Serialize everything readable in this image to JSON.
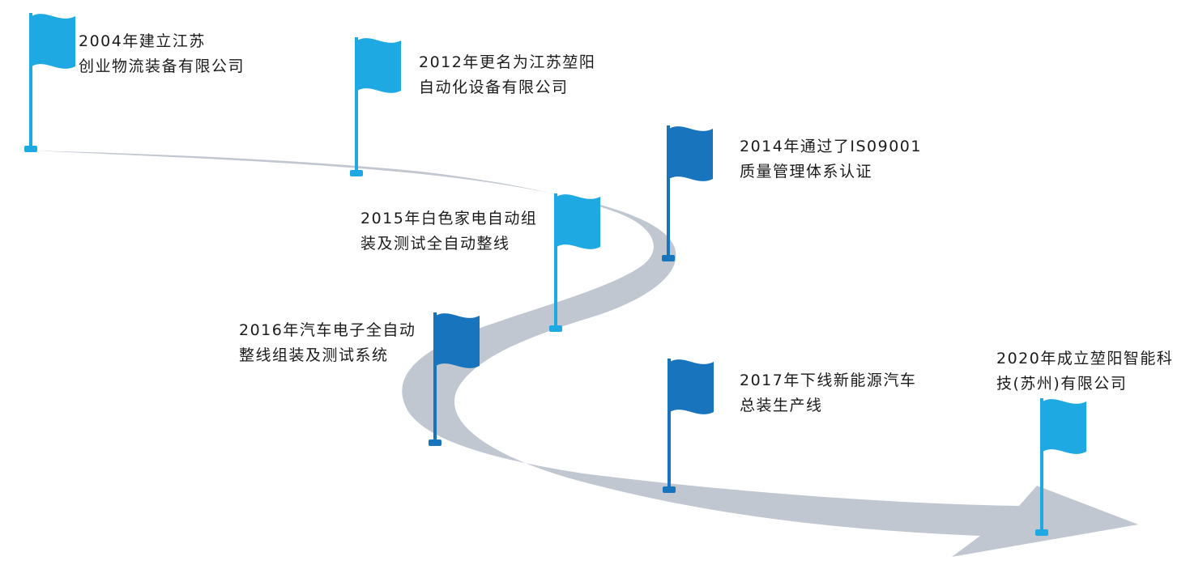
{
  "colors": {
    "road": "#c1c7d0",
    "flag_light": "#1fa9e3",
    "flag_dark": "#1874bd",
    "text": "#1b1b1b"
  },
  "milestones": [
    {
      "line1": "2004年建立江苏",
      "line2": "创业物流装备有限公司",
      "flag_color": "#1fa9e3"
    },
    {
      "line1": "2012年更名为江苏堃阳",
      "line2": "自动化设备有限公司",
      "flag_color": "#1fa9e3"
    },
    {
      "line1": "2014年通过了IS09001",
      "line2": "质量管理体系认证",
      "flag_color": "#1874bd"
    },
    {
      "line1": "2015年白色家电自动组",
      "line2": "装及测试全自动整线",
      "flag_color": "#1fa9e3"
    },
    {
      "line1": "2016年汽车电子全自动",
      "line2": "整线组装及测试系统",
      "flag_color": "#1874bd"
    },
    {
      "line1": "2017年下线新能源汽车",
      "line2": "总装生产线",
      "flag_color": "#1874bd"
    },
    {
      "line1": "2020年成立堃阳智能科",
      "line2": "技(苏州)有限公司",
      "flag_color": "#1fa9e3"
    }
  ]
}
